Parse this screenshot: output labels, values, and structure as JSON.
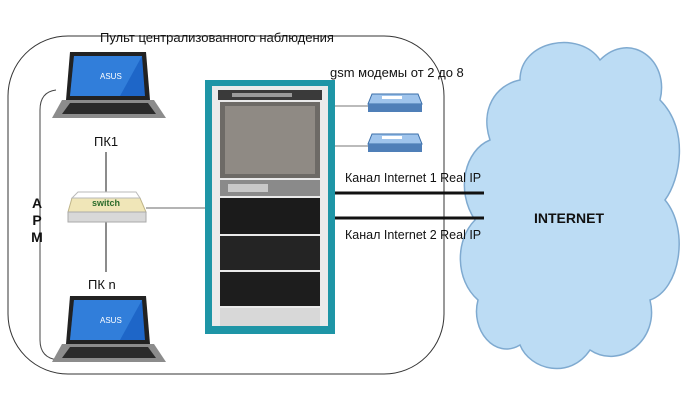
{
  "title": "Пульт централизованного наблюдения",
  "gsm_label": "gsm модемы от 2 до 8",
  "pc1_label": "ПК1",
  "pcn_label": "ПК n",
  "switch_label": "switch",
  "apm_letters": [
    "А",
    "Р",
    "М"
  ],
  "channel1_label": "Канал Internet 1 Real IP",
  "channel2_label": "Канал Internet 2 Real IP",
  "internet_label": "INTERNET",
  "laptop_brand": "ASUS",
  "colors": {
    "cloud_fill": "#bcdcf4",
    "rack_teal": "#1e95a6",
    "rack_dark": "#222222",
    "modem_blue": "#5b8fc8",
    "line": "#111111"
  }
}
